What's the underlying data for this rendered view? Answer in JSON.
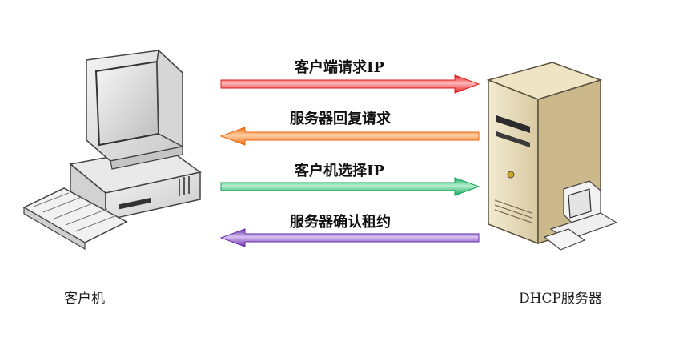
{
  "diagram": {
    "client_label": "客户机",
    "server_label": "DHCP服务器",
    "messages": [
      {
        "label": "客户端请求IP",
        "direction": "right",
        "color": "#e11d1d",
        "light": "#ffb8b8"
      },
      {
        "label": "服务器回复请求",
        "direction": "left",
        "color": "#ea6a10",
        "light": "#ffd1a6"
      },
      {
        "label": "客户机选择IP",
        "direction": "right",
        "color": "#12a55a",
        "light": "#b8f0cf"
      },
      {
        "label": "服务器确认租约",
        "direction": "left",
        "color": "#6a2fa8",
        "light": "#d9c2f2"
      }
    ]
  }
}
